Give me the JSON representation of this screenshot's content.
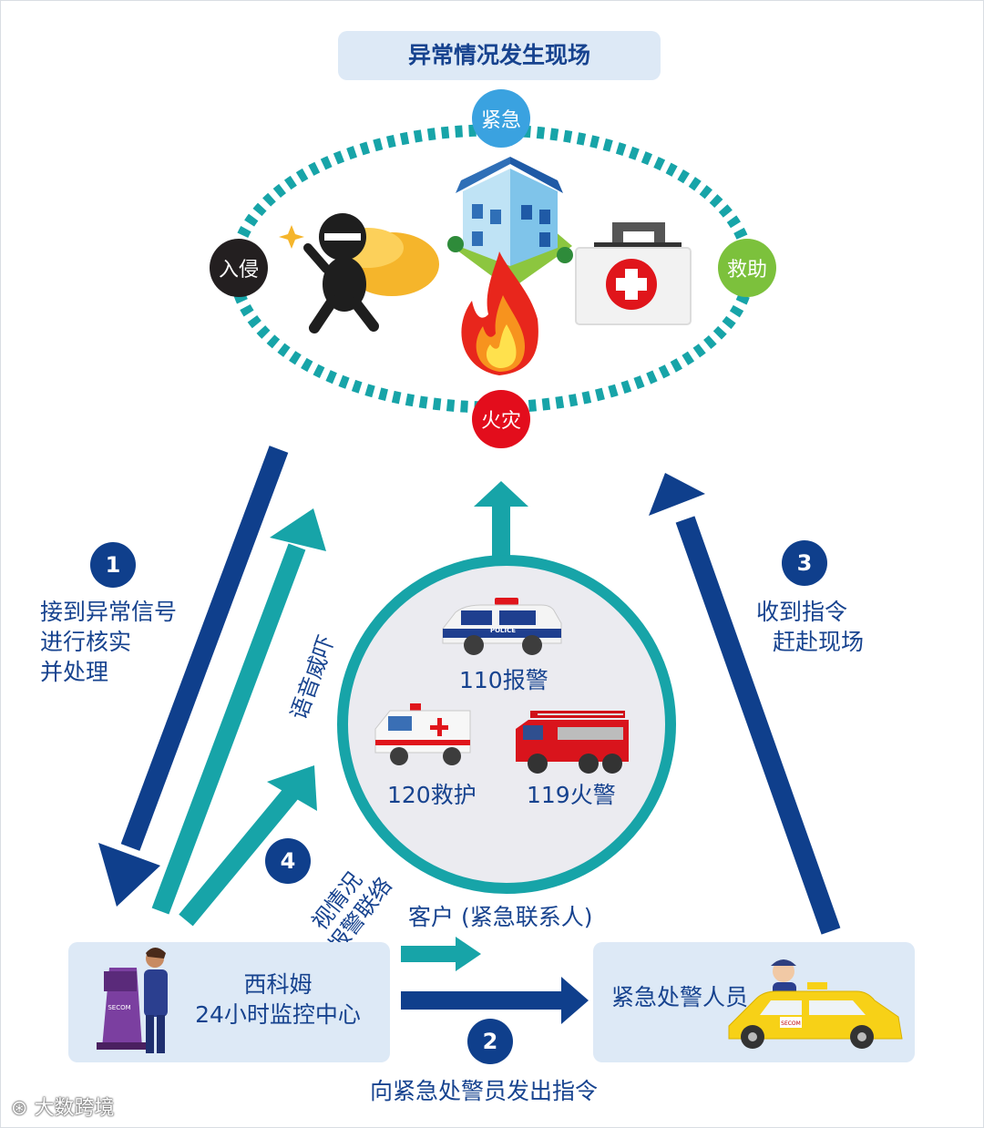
{
  "scene": {
    "title": "异常情况发生现场",
    "badges": {
      "urgent": "紧急",
      "intrusion": "入侵",
      "rescue": "救助",
      "fire": "火灾"
    }
  },
  "services": {
    "police": "110报警",
    "ambulance": "120救护",
    "fire": "119火警",
    "police_car_text": "POLICE"
  },
  "steps": {
    "step1": {
      "num": "1",
      "lines": [
        "接到异常信号",
        "进行核实",
        "并处理"
      ]
    },
    "step2": {
      "num": "2",
      "text": "向紧急处警员发出指令"
    },
    "step3": {
      "num": "3",
      "lines": [
        "收到指令",
        "赶赴现场"
      ]
    },
    "step4": {
      "num": "4",
      "lines": [
        "视情况",
        "报警联络"
      ]
    },
    "voice": "语音威吓",
    "customer": "客户 (紧急联系人)"
  },
  "center": {
    "lines": [
      "西科姆",
      "24小时监控中心"
    ],
    "terminal_text": "SECOM"
  },
  "responder": {
    "title": "紧急处警人员",
    "car_text": "SECOM"
  },
  "watermark": "大数跨境",
  "colors": {
    "navy": "#0f3f8c",
    "teal": "#17a4a8",
    "light_box": "#dde9f6",
    "fire_red": "#e30d1c",
    "rescue_green": "#7cc13c",
    "urgent_blue": "#3aa2e0"
  }
}
